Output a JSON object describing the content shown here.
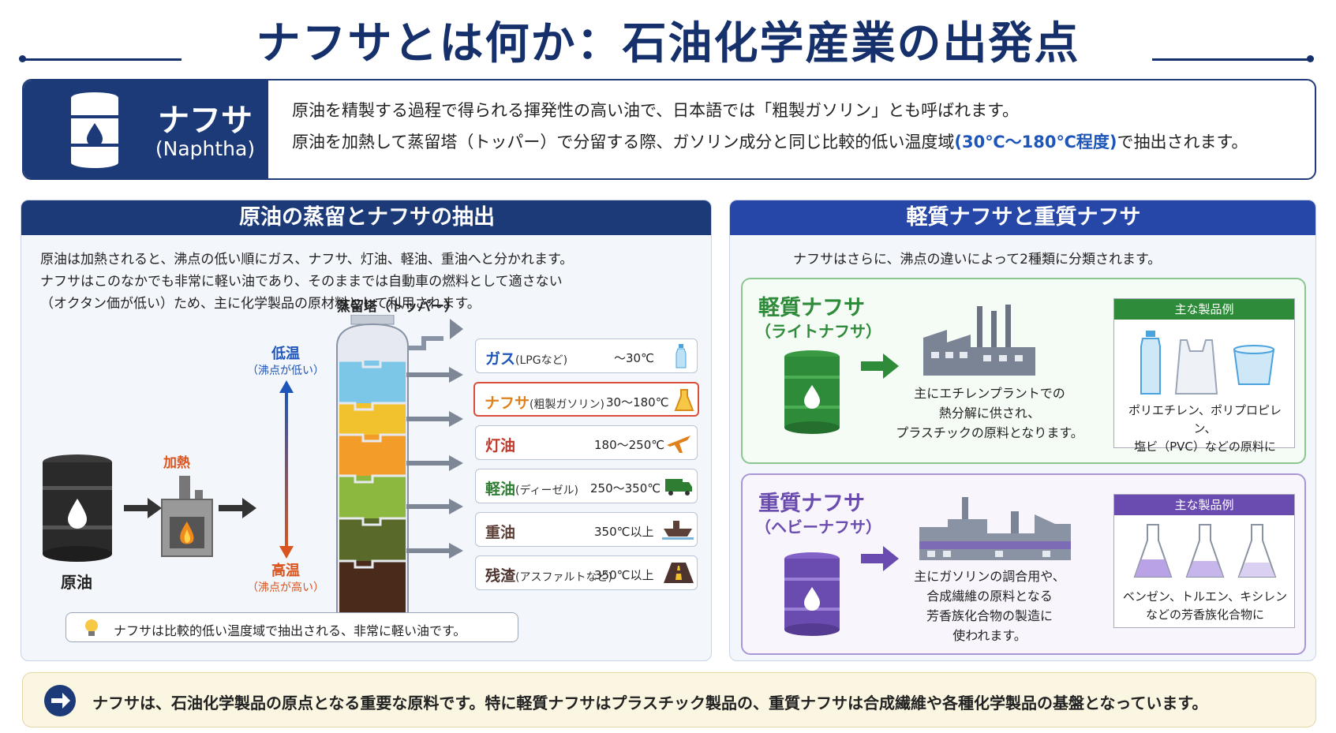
{
  "title": "ナフサとは何か：石油化学産業の出発点",
  "definition": {
    "name": "ナフサ",
    "name_en": "(Naphtha)",
    "line1": "原油を精製する過程で得られる揮発性の高い油で、日本語では「粗製ガソリン」とも呼ばれます。",
    "line2_pre": "原油を加熱して蒸留塔（トッパー）で分留する際、ガソリン成分と同じ比較的低い温度域",
    "line2_highlight": "(30℃～180℃程度)",
    "line2_post": "で抽出されます。"
  },
  "left_panel": {
    "header": "原油の蒸留とナフサの抽出",
    "text1": "原油は加熱されると、沸点の低い順にガス、ナフサ、灯油、軽油、重油へと分かれます。",
    "text2": "ナフサはこのなかでも非常に軽い油であり、そのままでは自動車の燃料として適さない",
    "text3": "（オクタン価が低い）ため、主に化学製品の原材料として利用されます。",
    "crude_label": "原油",
    "heat_label": "加熱",
    "low_temp": "低温",
    "low_temp_note": "（沸点が低い）",
    "high_temp": "高温",
    "high_temp_note": "（沸点が高い）",
    "tower_label": "蒸留塔（トッパー）",
    "tip": "ナフサは比較的低い温度域で抽出される、非常に軽い油です。",
    "fractions": [
      {
        "name": "ガス",
        "note": "(LPGなど)",
        "temp": "～30℃",
        "color": "#1d55b8",
        "icon": "bottle-icon"
      },
      {
        "name": "ナフサ",
        "note": "(粗製ガソリン)",
        "temp": "30～180℃",
        "color": "#e0801a",
        "icon": "flask-icon"
      },
      {
        "name": "灯油",
        "note": "",
        "temp": "180～250℃",
        "color": "#c0392b",
        "icon": "airplane-icon"
      },
      {
        "name": "軽油",
        "note": "(ディーゼル)",
        "temp": "250～350℃",
        "color": "#2e7d32",
        "icon": "truck-icon"
      },
      {
        "name": "重油",
        "note": "",
        "temp": "350℃以上",
        "color": "#5d4037",
        "icon": "ship-icon"
      },
      {
        "name": "残渣",
        "note": "(アスファルトなど)",
        "temp": "350℃以上",
        "color": "#4e342e",
        "icon": "road-icon"
      }
    ]
  },
  "right_panel": {
    "header": "軽質ナフサと重質ナフサ",
    "intro": "ナフサはさらに、沸点の違いによって2種類に分類されます。",
    "light": {
      "name": "軽質ナフサ",
      "sub": "（ライトナフサ）",
      "desc1": "主にエチレンプラントでの",
      "desc2": "熱分解に供され、",
      "desc3": "プラスチックの原料となります。",
      "products_header": "主な製品例",
      "products1": "ポリエチレン、ポリプロピレン、",
      "products2": "塩ビ（PVC）などの原料に",
      "color": "#2e8b3a"
    },
    "heavy": {
      "name": "重質ナフサ",
      "sub": "（ヘビーナフサ）",
      "desc1": "主にガソリンの調合用や、",
      "desc2": "合成繊維の原料となる",
      "desc3": "芳香族化合物の製造に",
      "desc4": "使われます。",
      "products_header": "主な製品例",
      "products1": "ベンゼン、トルエン、キシレン",
      "products2": "などの芳香族化合物に",
      "color": "#6a4bb0"
    }
  },
  "summary": "ナフサは、石油化学製品の原点となる重要な原料です。特に軽質ナフサはプラスチック製品の、重質ナフサは合成繊維や各種化学製品の基盤となっています。"
}
